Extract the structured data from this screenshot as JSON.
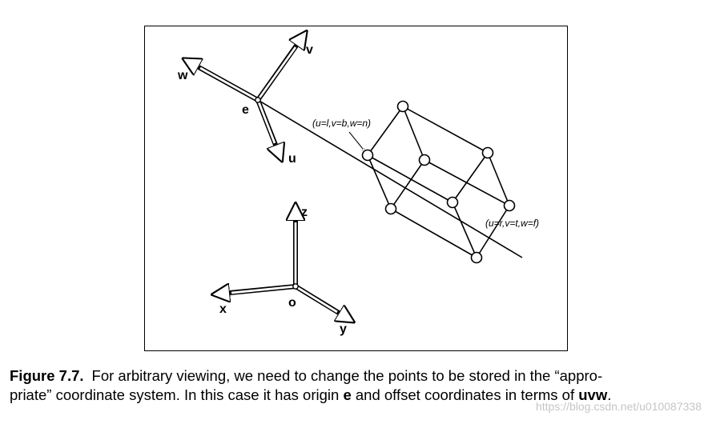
{
  "figure": {
    "labels": {
      "w": "w",
      "v": "v",
      "u": "u",
      "e": "e",
      "z": "z",
      "x": "x",
      "y": "y",
      "o": "o"
    },
    "annotations": {
      "near_corner": "(u=l,v=b,w=n)",
      "far_corner": "(u=r,v=t,w=f)"
    }
  },
  "caption": {
    "figure_number": "Figure 7.7.",
    "line1": "For arbitrary viewing, we need to change the points to be stored in the “appro-",
    "line2_a": "priate” coordinate system. In this case it has origin ",
    "line2_origin": "e",
    "line2_b": " and offset coordinates in terms of ",
    "line2_basis": "uvw",
    "line2_end": "."
  },
  "watermark": "https://blog.csdn.net/u010087338",
  "colors": {
    "ink": "#000000",
    "background": "#ffffff",
    "watermark": "#969696"
  }
}
